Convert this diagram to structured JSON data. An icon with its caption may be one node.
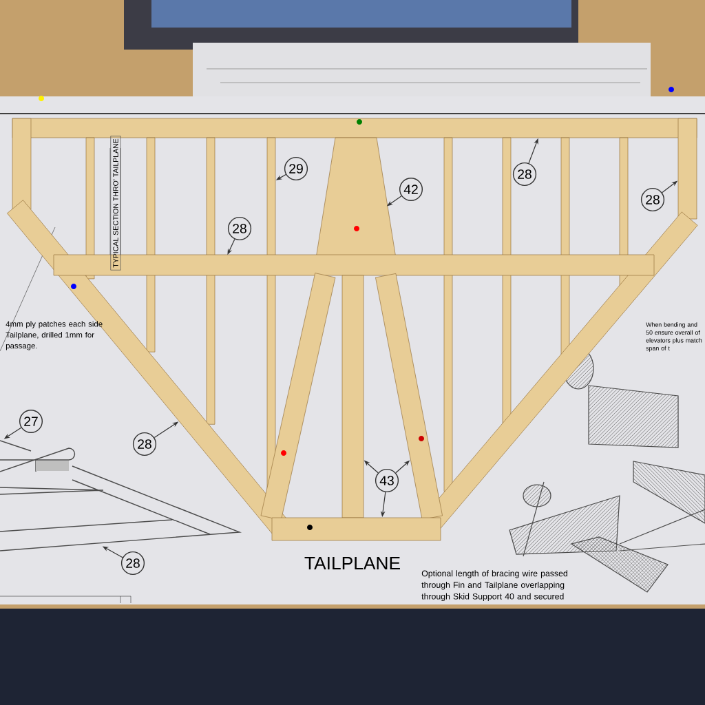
{
  "diagram": {
    "nodes": [
      {
        "text": [
          "29"
        ]
      },
      {
        "text": [
          "28"
        ]
      },
      {
        "text": [
          "42"
        ]
      },
      {
        "text": [
          "28"
        ]
      },
      {
        "text": [
          "28"
        ]
      },
      {
        "text": [
          "43"
        ]
      },
      {
        "text": [
          "28"
        ]
      },
      {
        "text": [
          "27"
        ]
      },
      {
        "text": [
          "28"
        ]
      },
      {
        "text": [],
        "shape": "bar"
      },
      {
        "text": [],
        "shape": "bar"
      },
      {
        "text": [],
        "shape": "bar"
      },
      {
        "text": [],
        "shape": "bar"
      },
      {
        "text": [],
        "shape": "bar"
      },
      {
        "text": [],
        "shape": "bar"
      },
      {
        "text": [],
        "shape": "bar"
      },
      {
        "text": [],
        "shape": "bar"
      },
      {
        "text": [],
        "shape": "bar"
      },
      {
        "text": [],
        "shape": "bar"
      },
      {
        "text": [],
        "shape": "bar"
      },
      {
        "text": [],
        "shape": "bar"
      },
      {
        "text": [],
        "shape": "bar"
      },
      {
        "text": [],
        "shape": "bar"
      },
      {
        "text": [],
        "shape": "bar"
      },
      {
        "text": [],
        "shape": "bar"
      },
      {
        "text": [],
        "shape": "bar"
      },
      {
        "text": [],
        "shape": "bar"
      },
      {
        "text": [],
        "shape": "bar"
      }
    ],
    "edges": [
      {
        "from": 0,
        "to": 14,
        "arrow": "to"
      },
      {
        "from": 1,
        "to": 23,
        "arrow": "to"
      },
      {
        "from": 2,
        "to": 15,
        "arrow": "to"
      },
      {
        "from": 3,
        "to": 9,
        "arrow": "to"
      },
      {
        "from": 4,
        "to": 20,
        "arrow": "to"
      },
      {
        "from": 5,
        "to": 25,
        "arrow": "to"
      },
      {
        "from": 5,
        "to": 26,
        "arrow": "to"
      },
      {
        "from": 5,
        "to": 27,
        "arrow": "to"
      },
      {
        "from": 6,
        "to": 21,
        "arrow": "to"
      },
      {
        "from": 7,
        "to": null,
        "arrow": "to"
      },
      {
        "from": 8,
        "to": null,
        "arrow": "to"
      }
    ],
    "labels": [
      "TYPICAL SECTION THRO' TAILPLANE",
      "4mm ply patches each side Tailplane, drilled 1mm for passage.",
      "When bending and 50 ensure overall of elevators plus match span of t",
      "TAILPLANE",
      "Optional length of bracing wire passed through Fin and Tailplane overlapping through Skid Support 40 and secured"
    ]
  }
}
